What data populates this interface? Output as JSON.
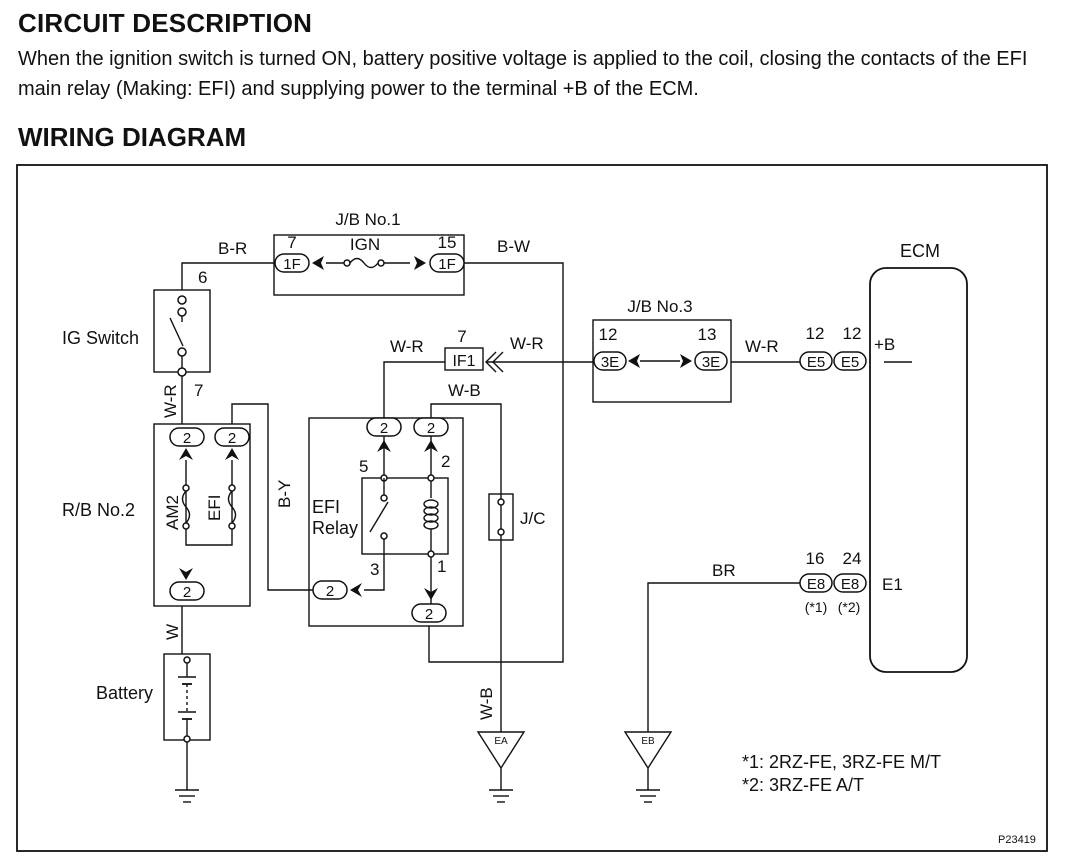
{
  "header": {
    "circuit_title": "CIRCUIT DESCRIPTION",
    "circuit_text": "When the ignition switch is turned ON, battery positive voltage is applied to the coil, closing the contacts of the EFI main relay (Making: EFI) and supplying power to the terminal +B of the ECM.",
    "wiring_title": "WIRING DIAGRAM"
  },
  "diagram": {
    "jb1": {
      "title": "J/B No.1",
      "fuse": "IGN",
      "pin_left": "7",
      "conn_left": "1F",
      "pin_right": "15",
      "conn_right": "1F"
    },
    "jb3": {
      "title": "J/B No.3",
      "pin_left": "12",
      "conn_left": "3E",
      "pin_right": "13",
      "conn_right": "3E"
    },
    "ecm": {
      "title": "ECM",
      "pin_b1": "12",
      "pin_b2": "12",
      "conn_b1": "E5",
      "conn_b2": "E5",
      "term_b": "+B",
      "pin_e1": "16",
      "pin_e2": "24",
      "conn_e1": "E8",
      "conn_e2": "E8",
      "term_e": "E1",
      "note1": "(*1)",
      "note2": "(*2)"
    },
    "ig_switch": {
      "label": "IG Switch",
      "pin_top": "6",
      "pin_bottom": "7"
    },
    "rb2": {
      "label": "R/B No.2",
      "fuse1": "AM2",
      "fuse2": "EFI",
      "conn1": "2",
      "conn2": "2",
      "conn3": "2"
    },
    "relay": {
      "label1": "EFI",
      "label2": "Relay",
      "p5": "5",
      "p2": "2",
      "p3": "3",
      "p1": "1",
      "c1": "2",
      "c2": "2",
      "c3": "2",
      "c4": "2"
    },
    "if1": {
      "label": "IF1",
      "pin": "7"
    },
    "jc": {
      "label": "J/C"
    },
    "battery": {
      "label": "Battery"
    },
    "wires": {
      "br_top": "B-R",
      "bw": "B-W",
      "wr_sw": "W-R",
      "wr_relay": "W-R",
      "wr_jb3": "W-R",
      "wr_ecm": "W-R",
      "wb_top": "W-B",
      "wb_bottom": "W-B",
      "by": "B-Y",
      "w": "W",
      "br_ecm": "BR"
    },
    "grounds": {
      "ea": "EA",
      "eb": "EB"
    },
    "notes": {
      "n1": "*1:  2RZ-FE,  3RZ-FE  M/T",
      "n2": "*2:  3RZ-FE  A/T"
    },
    "fig_id": "P23419"
  }
}
